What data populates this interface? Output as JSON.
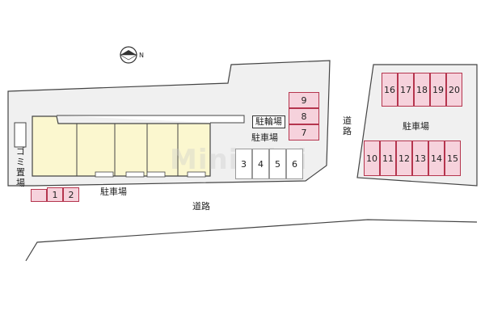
{
  "labels": {
    "compass": "N",
    "bike_parking": "駐輪場",
    "parking_center": "駐車場",
    "parking_bottom": "駐車場",
    "parking_right": "駐車場",
    "road_bottom": "道路",
    "road_vertical": "道路",
    "garbage": "ゴミ置場",
    "watermark": "MiniMini"
  },
  "parking": {
    "left_row": [
      "1",
      "2"
    ],
    "center_white": [
      "3",
      "4",
      "5",
      "6"
    ],
    "center_stack": [
      "9",
      "8",
      "7"
    ],
    "right_top": [
      "16",
      "17",
      "18",
      "19",
      "20"
    ],
    "right_bottom": [
      "10",
      "11",
      "12",
      "13",
      "14",
      "15"
    ]
  },
  "colors": {
    "building": "#fbf7cf",
    "slot_fill": "#f6d2dc",
    "slot_border": "#b5354e",
    "site_fill": "#f0f0f0"
  }
}
